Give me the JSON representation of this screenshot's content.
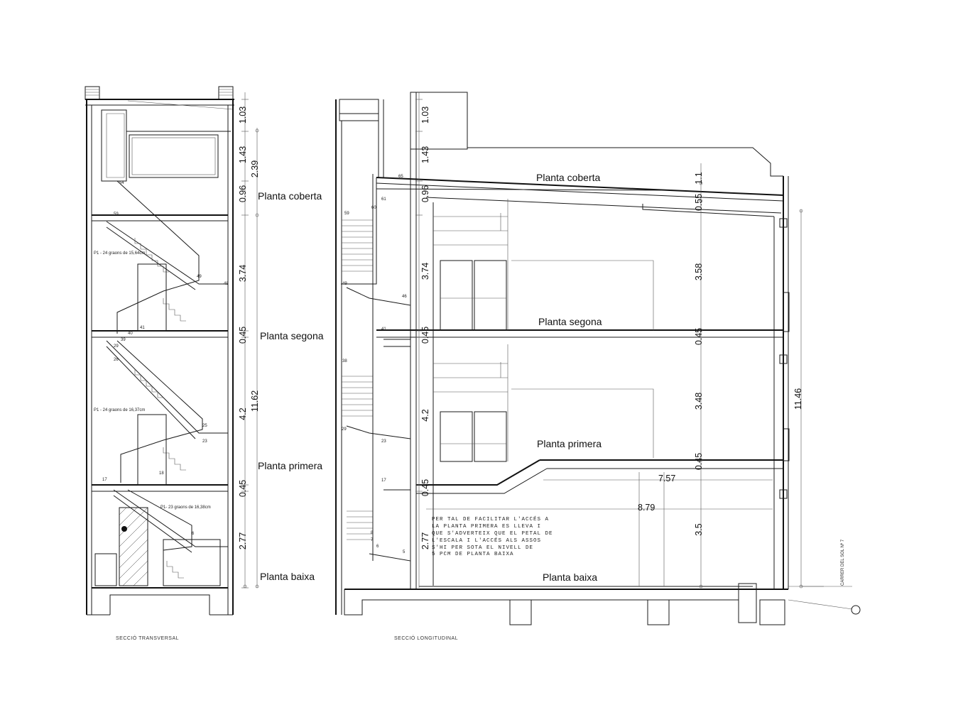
{
  "transversal": {
    "caption": "SECCIÓ TRANSVERSAL",
    "floors": [
      "Planta coberta",
      "Planta segona",
      "Planta primera",
      "Planta baixa"
    ],
    "dims_left": [
      "1.03",
      "1.43",
      "0.96",
      "3.74",
      "0.45",
      "4.2",
      "0.45",
      "2.77"
    ],
    "dims_right": [
      "2.39",
      "11.62"
    ],
    "stair_labels": [
      "P1 - 24 graons de 15,64cm",
      "P1 - 24 graons de 16,37cm",
      "P1- 23 graons de 16,38cm"
    ],
    "step_numbers": [
      "54",
      "59",
      "49",
      "48",
      "41",
      "40",
      "39",
      "29",
      "26",
      "25",
      "23",
      "18",
      "17",
      "6"
    ]
  },
  "longitudinal": {
    "caption": "SECCIÓ LONGITUDINAL",
    "floors": [
      "Planta coberta",
      "Planta segona",
      "Planta primera",
      "Planta baixa"
    ],
    "dims_left": [
      "1.03",
      "1.43",
      "0.96",
      "3.74",
      "0.45",
      "4.2",
      "0.45",
      "2.77"
    ],
    "dims_mid": [
      "1.1",
      "0.55",
      "3.58",
      "0.45",
      "3.48",
      "0.45",
      "3.5"
    ],
    "dim_total": "11.46",
    "dim_span1": "7.57",
    "dim_span2": "8.79",
    "street_label": "CARRER DEL SOL Nº 7",
    "note_lines": [
      "PER TAL DE FACILITAR L'ACCÉS A",
      "LA PLANTA PRIMERA ES LLEVA I",
      "QUE S'ADVERTEIX QUE EL PETAL DE",
      "L'ESCALA I L'ACCÉS ALS ASSOS",
      "S'HI PER SOTA EL NIVELL DE",
      "5 PCM DE PLANTA BAIXA"
    ],
    "step_numbers": [
      "65",
      "61",
      "60",
      "59",
      "49",
      "46",
      "41",
      "38",
      "29",
      "23",
      "17",
      "8",
      "7",
      "6",
      "5"
    ]
  }
}
